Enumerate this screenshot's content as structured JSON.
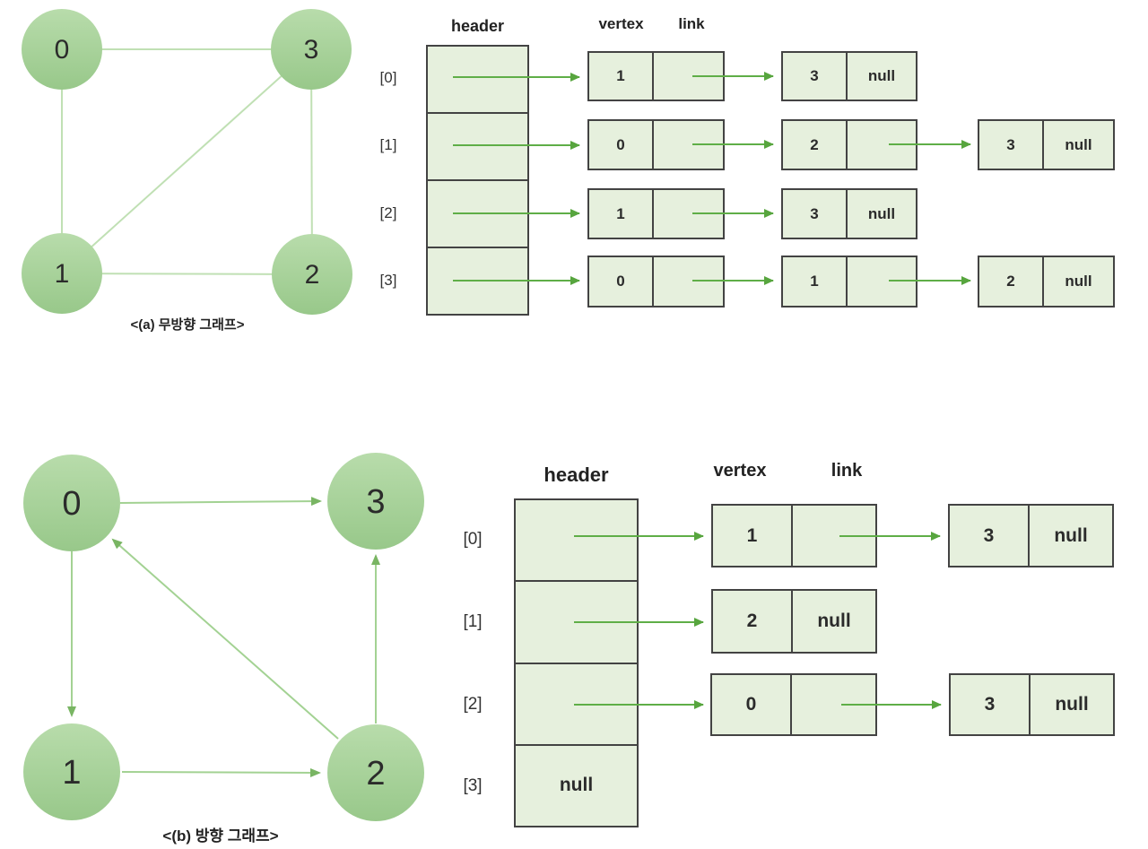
{
  "palette": {
    "node_fill_top": "#b8dcab",
    "node_fill_bottom": "#98c88a",
    "cell_fill": "#e6f0dd",
    "cell_border": "#434343",
    "arrow_green": "#5fae47",
    "undirected_edge": "#c0e0b4",
    "directed_edge": "#a3d293",
    "text_dark": "#2b2b2b"
  },
  "section_a": {
    "caption": "<(a) 무방향 그래프>",
    "graph": {
      "type": "undirected",
      "nodes": [
        "0",
        "3",
        "1",
        "2"
      ],
      "edges": [
        [
          "0",
          "3"
        ],
        [
          "0",
          "1"
        ],
        [
          "1",
          "3"
        ],
        [
          "1",
          "2"
        ],
        [
          "2",
          "3"
        ]
      ]
    },
    "list": {
      "header_label": "header",
      "vertex_label": "vertex",
      "link_label": "link",
      "rows": [
        {
          "index": "[0]",
          "nodes": [
            {
              "vertex": "1",
              "link": ""
            },
            {
              "vertex": "3",
              "link": "null"
            }
          ]
        },
        {
          "index": "[1]",
          "nodes": [
            {
              "vertex": "0",
              "link": ""
            },
            {
              "vertex": "2",
              "link": ""
            },
            {
              "vertex": "3",
              "link": "null"
            }
          ]
        },
        {
          "index": "[2]",
          "nodes": [
            {
              "vertex": "1",
              "link": ""
            },
            {
              "vertex": "3",
              "link": "null"
            }
          ]
        },
        {
          "index": "[3]",
          "nodes": [
            {
              "vertex": "0",
              "link": ""
            },
            {
              "vertex": "1",
              "link": ""
            },
            {
              "vertex": "2",
              "link": "null"
            }
          ]
        }
      ]
    }
  },
  "section_b": {
    "caption": "<(b) 방향 그래프>",
    "graph": {
      "type": "directed",
      "nodes": [
        "0",
        "3",
        "1",
        "2"
      ],
      "edges": [
        [
          "0",
          "3"
        ],
        [
          "0",
          "1"
        ],
        [
          "2",
          "0"
        ],
        [
          "1",
          "2"
        ],
        [
          "2",
          "3"
        ]
      ]
    },
    "list": {
      "header_label": "header",
      "vertex_label": "vertex",
      "link_label": "link",
      "rows": [
        {
          "index": "[0]",
          "nodes": [
            {
              "vertex": "1",
              "link": ""
            },
            {
              "vertex": "3",
              "link": "null"
            }
          ]
        },
        {
          "index": "[1]",
          "nodes": [
            {
              "vertex": "2",
              "link": "null"
            }
          ]
        },
        {
          "index": "[2]",
          "nodes": [
            {
              "vertex": "0",
              "link": ""
            },
            {
              "vertex": "3",
              "link": "null"
            }
          ]
        },
        {
          "index": "[3]",
          "header_value": "null",
          "nodes": []
        }
      ]
    }
  }
}
